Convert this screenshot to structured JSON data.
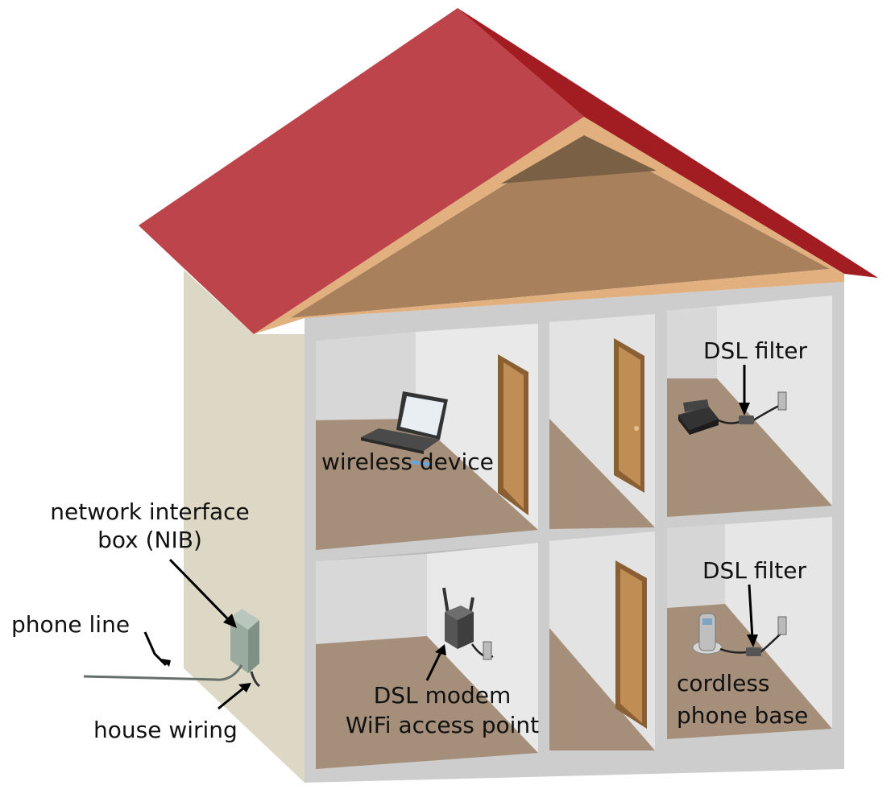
{
  "labels": {
    "wireless_device": "wireless device",
    "dsl_filter_upper": "DSL filter",
    "dsl_filter_lower": "DSL filter",
    "nib_line1": "network interface",
    "nib_line2": "box (NIB)",
    "phone_line": "phone line",
    "house_wiring": "house wiring",
    "dsl_modem_line1": "DSL modem",
    "dsl_modem_line2": "WiFi access point",
    "cordless_line1": "cordless",
    "cordless_line2": "phone base"
  },
  "colors": {
    "roof_front": "#bd444a",
    "roof_side": "#a11d22",
    "attic": "#a8815c",
    "attic_trim": "#e2b07e",
    "wall_side": "#ddd8c6",
    "facade": "#cfcfcf",
    "room_wall": "#e8e8e8",
    "room_floor": "#a58f7a",
    "door": "#b98a52",
    "nib_box": "#99aa9f"
  }
}
